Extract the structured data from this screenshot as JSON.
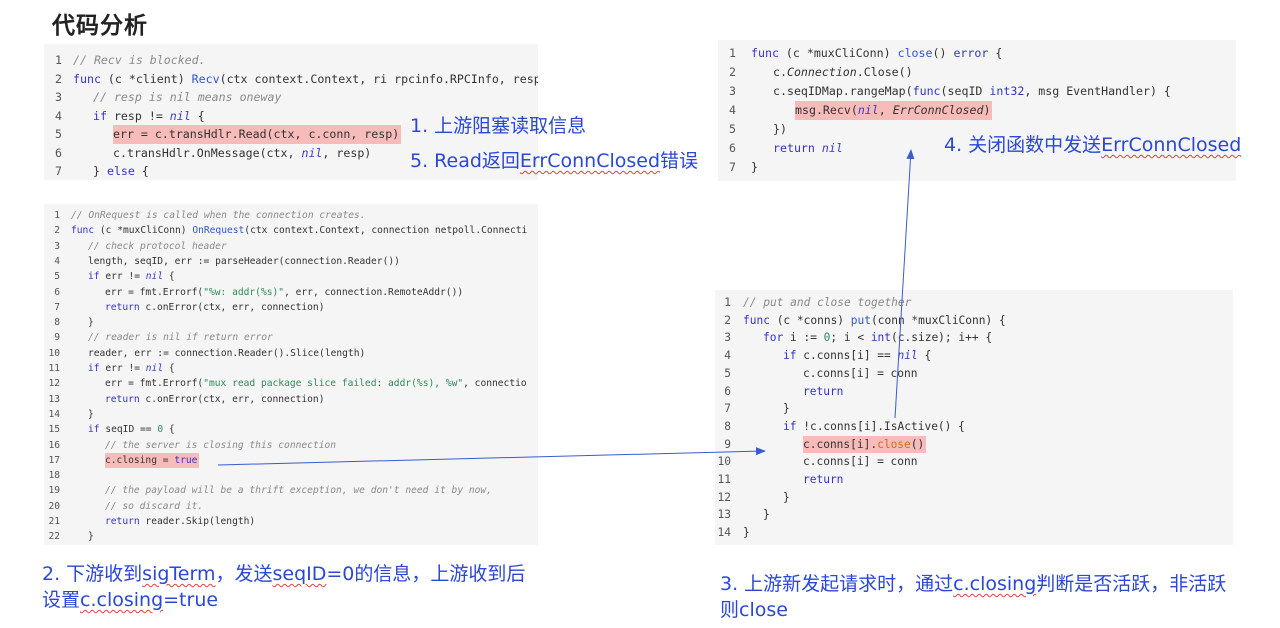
{
  "title": "代码分析",
  "code1": {
    "lines": [
      {
        "n": "1",
        "indent": 0,
        "parts": [
          {
            "t": "// Recv is blocked.",
            "c": "cm"
          }
        ]
      },
      {
        "n": "2",
        "indent": 0,
        "parts": [
          {
            "t": "func",
            "c": "kw"
          },
          {
            "t": " (c *client) "
          },
          {
            "t": "Recv",
            "c": "fn"
          },
          {
            "t": "(ctx context.Context, ri rpcinfo.RPCInfo, resp re"
          }
        ]
      },
      {
        "n": "3",
        "indent": 1,
        "parts": [
          {
            "t": "// resp is nil means oneway",
            "c": "cm"
          }
        ]
      },
      {
        "n": "4",
        "indent": 1,
        "parts": [
          {
            "t": "if",
            "c": "kw"
          },
          {
            "t": " resp != "
          },
          {
            "t": "nil",
            "c": "lit"
          },
          {
            "t": " {"
          }
        ]
      },
      {
        "n": "5",
        "indent": 2,
        "hl": true,
        "parts": [
          {
            "t": "err = c.transHdlr.Read(ctx, c.conn, resp)"
          }
        ]
      },
      {
        "n": "6",
        "indent": 2,
        "parts": [
          {
            "t": "c.transHdlr.OnMessage(ctx, "
          },
          {
            "t": "nil",
            "c": "lit"
          },
          {
            "t": ", resp)"
          }
        ]
      },
      {
        "n": "7",
        "indent": 1,
        "parts": [
          {
            "t": "} "
          },
          {
            "t": "else",
            "c": "kw"
          },
          {
            "t": " {"
          }
        ]
      }
    ]
  },
  "code2": {
    "lines": [
      {
        "n": "1",
        "indent": 0,
        "parts": [
          {
            "t": "// OnRequest is called when the connection creates.",
            "c": "cm"
          }
        ]
      },
      {
        "n": "2",
        "indent": 0,
        "parts": [
          {
            "t": "func",
            "c": "kw"
          },
          {
            "t": " (c *muxCliConn) "
          },
          {
            "t": "OnRequest",
            "c": "fn"
          },
          {
            "t": "(ctx context.Context, connection netpoll.Connecti"
          }
        ]
      },
      {
        "n": "3",
        "indent": 1,
        "parts": [
          {
            "t": "// check protocol header",
            "c": "cm"
          }
        ]
      },
      {
        "n": "4",
        "indent": 1,
        "parts": [
          {
            "t": "length, seqID, err := parseHeader(connection.Reader())"
          }
        ]
      },
      {
        "n": "5",
        "indent": 1,
        "parts": [
          {
            "t": "if",
            "c": "kw"
          },
          {
            "t": " err != "
          },
          {
            "t": "nil",
            "c": "lit"
          },
          {
            "t": " {"
          }
        ]
      },
      {
        "n": "6",
        "indent": 2,
        "parts": [
          {
            "t": "err = fmt.Errorf("
          },
          {
            "t": "\"%w: addr(%s)\"",
            "c": "str"
          },
          {
            "t": ", err, connection.RemoteAddr())"
          }
        ]
      },
      {
        "n": "7",
        "indent": 2,
        "parts": [
          {
            "t": "return",
            "c": "kw"
          },
          {
            "t": " c.onError(ctx, err, connection)"
          }
        ]
      },
      {
        "n": "8",
        "indent": 1,
        "parts": [
          {
            "t": "}"
          }
        ]
      },
      {
        "n": "9",
        "indent": 1,
        "parts": [
          {
            "t": "// reader is nil if return error",
            "c": "cm"
          }
        ]
      },
      {
        "n": "10",
        "indent": 1,
        "parts": [
          {
            "t": "reader, err := connection.Reader().Slice(length)"
          }
        ]
      },
      {
        "n": "11",
        "indent": 1,
        "parts": [
          {
            "t": "if",
            "c": "kw"
          },
          {
            "t": " err != "
          },
          {
            "t": "nil",
            "c": "lit"
          },
          {
            "t": " {"
          }
        ]
      },
      {
        "n": "12",
        "indent": 2,
        "parts": [
          {
            "t": "err = fmt.Errorf("
          },
          {
            "t": "\"mux read package slice failed: addr(%s), %w\"",
            "c": "str"
          },
          {
            "t": ", connectio"
          }
        ]
      },
      {
        "n": "13",
        "indent": 2,
        "parts": [
          {
            "t": "return",
            "c": "kw"
          },
          {
            "t": " c.onError(ctx, err, connection)"
          }
        ]
      },
      {
        "n": "14",
        "indent": 1,
        "parts": [
          {
            "t": "}"
          }
        ]
      },
      {
        "n": "15",
        "indent": 1,
        "parts": [
          {
            "t": "if",
            "c": "kw"
          },
          {
            "t": " seqID == "
          },
          {
            "t": "0",
            "c": "num"
          },
          {
            "t": " {"
          }
        ]
      },
      {
        "n": "16",
        "indent": 2,
        "parts": [
          {
            "t": "// the server is closing this connection",
            "c": "cm"
          }
        ]
      },
      {
        "n": "17",
        "indent": 2,
        "hl": true,
        "parts": [
          {
            "t": "c.closing = "
          },
          {
            "t": "true",
            "c": "kw"
          }
        ]
      },
      {
        "n": "18",
        "indent": 0,
        "parts": [
          {
            "t": ""
          }
        ]
      },
      {
        "n": "19",
        "indent": 2,
        "parts": [
          {
            "t": "// the payload will be a thrift exception, we don't need it by now,",
            "c": "cm"
          }
        ]
      },
      {
        "n": "20",
        "indent": 2,
        "parts": [
          {
            "t": "// so discard it.",
            "c": "cm"
          }
        ]
      },
      {
        "n": "21",
        "indent": 2,
        "parts": [
          {
            "t": "return",
            "c": "kw"
          },
          {
            "t": " reader.Skip(length)"
          }
        ]
      },
      {
        "n": "22",
        "indent": 1,
        "parts": [
          {
            "t": "}"
          }
        ]
      }
    ]
  },
  "code3": {
    "lines": [
      {
        "n": "1",
        "indent": 0,
        "parts": [
          {
            "t": "func",
            "c": "kw"
          },
          {
            "t": " (c *muxCliConn) "
          },
          {
            "t": "close",
            "c": "fn"
          },
          {
            "t": "() "
          },
          {
            "t": "error",
            "c": "kw"
          },
          {
            "t": " {"
          }
        ]
      },
      {
        "n": "2",
        "indent": 1,
        "parts": [
          {
            "t": "c."
          },
          {
            "t": "Connection",
            "c": "it"
          },
          {
            "t": ".Close()"
          }
        ]
      },
      {
        "n": "3",
        "indent": 1,
        "parts": [
          {
            "t": "c.seqIDMap.rangeMap("
          },
          {
            "t": "func",
            "c": "kw"
          },
          {
            "t": "(seqID "
          },
          {
            "t": "int32",
            "c": "kw"
          },
          {
            "t": ", msg EventHandler) {"
          }
        ]
      },
      {
        "n": "4",
        "indent": 2,
        "hl": true,
        "parts": [
          {
            "t": "msg.Recv("
          },
          {
            "t": "nil",
            "c": "lit"
          },
          {
            "t": ", "
          },
          {
            "t": "ErrConnClosed",
            "c": "it"
          },
          {
            "t": ")"
          }
        ]
      },
      {
        "n": "5",
        "indent": 1,
        "parts": [
          {
            "t": "})"
          }
        ]
      },
      {
        "n": "6",
        "indent": 1,
        "parts": [
          {
            "t": "return",
            "c": "kw"
          },
          {
            "t": " "
          },
          {
            "t": "nil",
            "c": "lit"
          }
        ]
      },
      {
        "n": "7",
        "indent": 0,
        "parts": [
          {
            "t": "}"
          }
        ]
      }
    ]
  },
  "code4": {
    "lines": [
      {
        "n": "1",
        "indent": 0,
        "parts": [
          {
            "t": "// put and close together",
            "c": "cm"
          }
        ]
      },
      {
        "n": "2",
        "indent": 0,
        "parts": [
          {
            "t": "func",
            "c": "kw"
          },
          {
            "t": " (c *conns) "
          },
          {
            "t": "put",
            "c": "fn"
          },
          {
            "t": "(conn *muxCliConn) {"
          }
        ]
      },
      {
        "n": "3",
        "indent": 1,
        "parts": [
          {
            "t": "for",
            "c": "kw"
          },
          {
            "t": " i := "
          },
          {
            "t": "0",
            "c": "num"
          },
          {
            "t": "; i < "
          },
          {
            "t": "int",
            "c": "kw"
          },
          {
            "t": "(c.size); i++ {"
          }
        ]
      },
      {
        "n": "4",
        "indent": 2,
        "parts": [
          {
            "t": "if",
            "c": "kw"
          },
          {
            "t": " c.conns[i] == "
          },
          {
            "t": "nil",
            "c": "lit"
          },
          {
            "t": " {"
          }
        ]
      },
      {
        "n": "5",
        "indent": 3,
        "parts": [
          {
            "t": "c.conns[i] = conn"
          }
        ]
      },
      {
        "n": "6",
        "indent": 3,
        "parts": [
          {
            "t": "return",
            "c": "kw"
          }
        ]
      },
      {
        "n": "7",
        "indent": 2,
        "parts": [
          {
            "t": "}"
          }
        ]
      },
      {
        "n": "8",
        "indent": 2,
        "parts": [
          {
            "t": "if",
            "c": "kw"
          },
          {
            "t": " !c.conns[i].IsActive() {"
          }
        ]
      },
      {
        "n": "9",
        "indent": 3,
        "hl": true,
        "parts": [
          {
            "t": "c.conns[i]."
          },
          {
            "t": "close",
            "c": "orange"
          },
          {
            "t": "()"
          }
        ]
      },
      {
        "n": "10",
        "indent": 3,
        "parts": [
          {
            "t": "c.conns[i] = conn"
          }
        ]
      },
      {
        "n": "11",
        "indent": 3,
        "parts": [
          {
            "t": "return",
            "c": "kw"
          }
        ]
      },
      {
        "n": "12",
        "indent": 2,
        "parts": [
          {
            "t": "}"
          }
        ]
      },
      {
        "n": "13",
        "indent": 1,
        "parts": [
          {
            "t": "}"
          }
        ]
      },
      {
        "n": "14",
        "indent": 0,
        "parts": [
          {
            "t": "}"
          }
        ]
      }
    ]
  },
  "notes": {
    "n1": "1. 上游阻塞读取信息",
    "n5_pre": "5.  Read返回",
    "n5_sq": "ErrConnClosed",
    "n5_post": "错误",
    "n4_pre": "4. 关闭函数中发送",
    "n4_sq": "ErrConnClosed",
    "n2_a": "2.  下游收到",
    "n2_b": "sigTerm",
    "n2_c": "，发送",
    "n2_d": "seqID",
    "n2_e": "=0的信息，上游收到后设置",
    "n2_f": "c.closing",
    "n2_g": "=true",
    "n3_a": "3.  上游新发起请求时，通过",
    "n3_b": "c.closing",
    "n3_c": "判断是否活跃，非活跃则close"
  },
  "colors": {
    "highlight": "#f7bcb9",
    "annotation": "#2a47d6",
    "arrow": "#3a5bd0"
  }
}
